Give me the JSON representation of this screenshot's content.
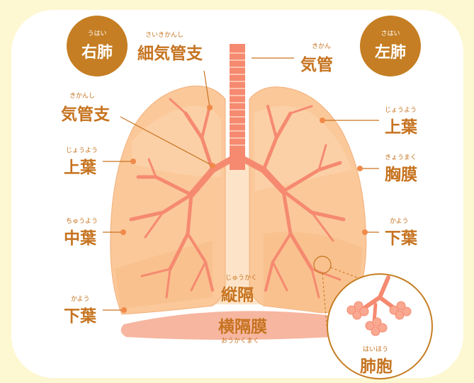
{
  "badges": {
    "right": {
      "text": "右肺",
      "reading": "うはい"
    },
    "left": {
      "text": "左肺",
      "reading": "さはい"
    }
  },
  "labels": {
    "bronchiole": {
      "text": "細気管支",
      "reading": "さいきかんし"
    },
    "trachea": {
      "text": "気管",
      "reading": "きかん"
    },
    "bronchus": {
      "text": "気管支",
      "reading": "きかんし"
    },
    "upper_right": {
      "text": "上葉",
      "reading": "じょうよう"
    },
    "middle": {
      "text": "中葉",
      "reading": "ちゅうよう"
    },
    "lower_right": {
      "text": "下葉",
      "reading": "かよう"
    },
    "upper_left": {
      "text": "上葉",
      "reading": "じょうよう"
    },
    "pleura": {
      "text": "胸膜",
      "reading": "きょうまく"
    },
    "lower_left": {
      "text": "下葉",
      "reading": "かよう"
    },
    "mediastinum": {
      "text": "縦隔",
      "reading": "じゅうかく"
    },
    "diaphragm": {
      "text": "横隔膜",
      "reading": "おうかくまく"
    },
    "alveoli": {
      "text": "肺胞",
      "reading": "はいほう"
    }
  },
  "colors": {
    "background": "#fdf8d2",
    "label_text": "#c6731f",
    "badge": "#c57e23",
    "lung_fill": "#fbc89a",
    "airway": "#f58a70",
    "diaphragm": "#f6b6a0"
  }
}
